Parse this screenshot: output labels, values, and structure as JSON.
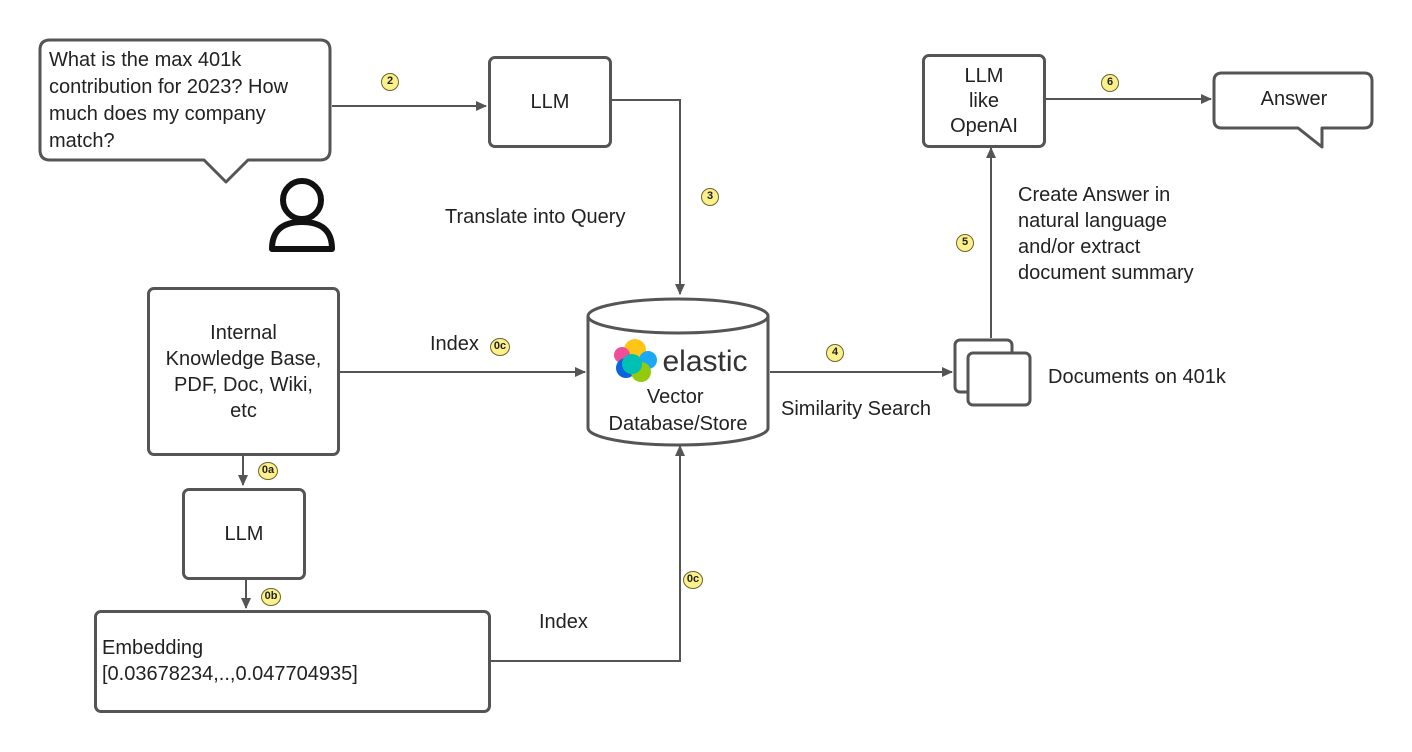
{
  "question": {
    "lines": [
      "What is the max 401k",
      "contribution for 2023? How",
      "much does my company",
      "match?"
    ]
  },
  "llm_query": "LLM",
  "translate_label": "Translate into Query",
  "knowledge_base": {
    "lines": [
      "Internal",
      "Knowledge Base,",
      "PDF, Doc, Wiki,",
      "etc"
    ]
  },
  "index_top_label": "Index",
  "index_bottom_label": "Index",
  "llm_embed": "LLM",
  "embedding": {
    "title": "Embedding",
    "vector": "[0.03678234,..,0.047704935]"
  },
  "database": {
    "brand": "elastic",
    "lines": [
      "Vector",
      "Database/Store"
    ]
  },
  "similarity_label": "Similarity Search",
  "documents_label": "Documents on 401k",
  "create_answer": {
    "lines": [
      "Create Answer in",
      "natural language",
      "and/or extract",
      "document summary"
    ]
  },
  "llm_answer": {
    "lines": [
      "LLM",
      "like",
      "OpenAI"
    ]
  },
  "answer": "Answer",
  "badges": {
    "b2": "2",
    "b3": "3",
    "b4": "4",
    "b5": "5",
    "b6": "6",
    "b0a": "0a",
    "b0b": "0b",
    "b0c_top": "0c",
    "b0c_bottom": "0c"
  },
  "colors": {
    "stroke": "#555555",
    "badge_fill": "#fbf08a",
    "elastic_yellow": "#fec514",
    "elastic_teal": "#00bfb3",
    "elastic_pink": "#f04e98",
    "elastic_blue": "#1ba9f5",
    "elastic_green": "#93c90e",
    "elastic_dark": "#0b64dd"
  }
}
